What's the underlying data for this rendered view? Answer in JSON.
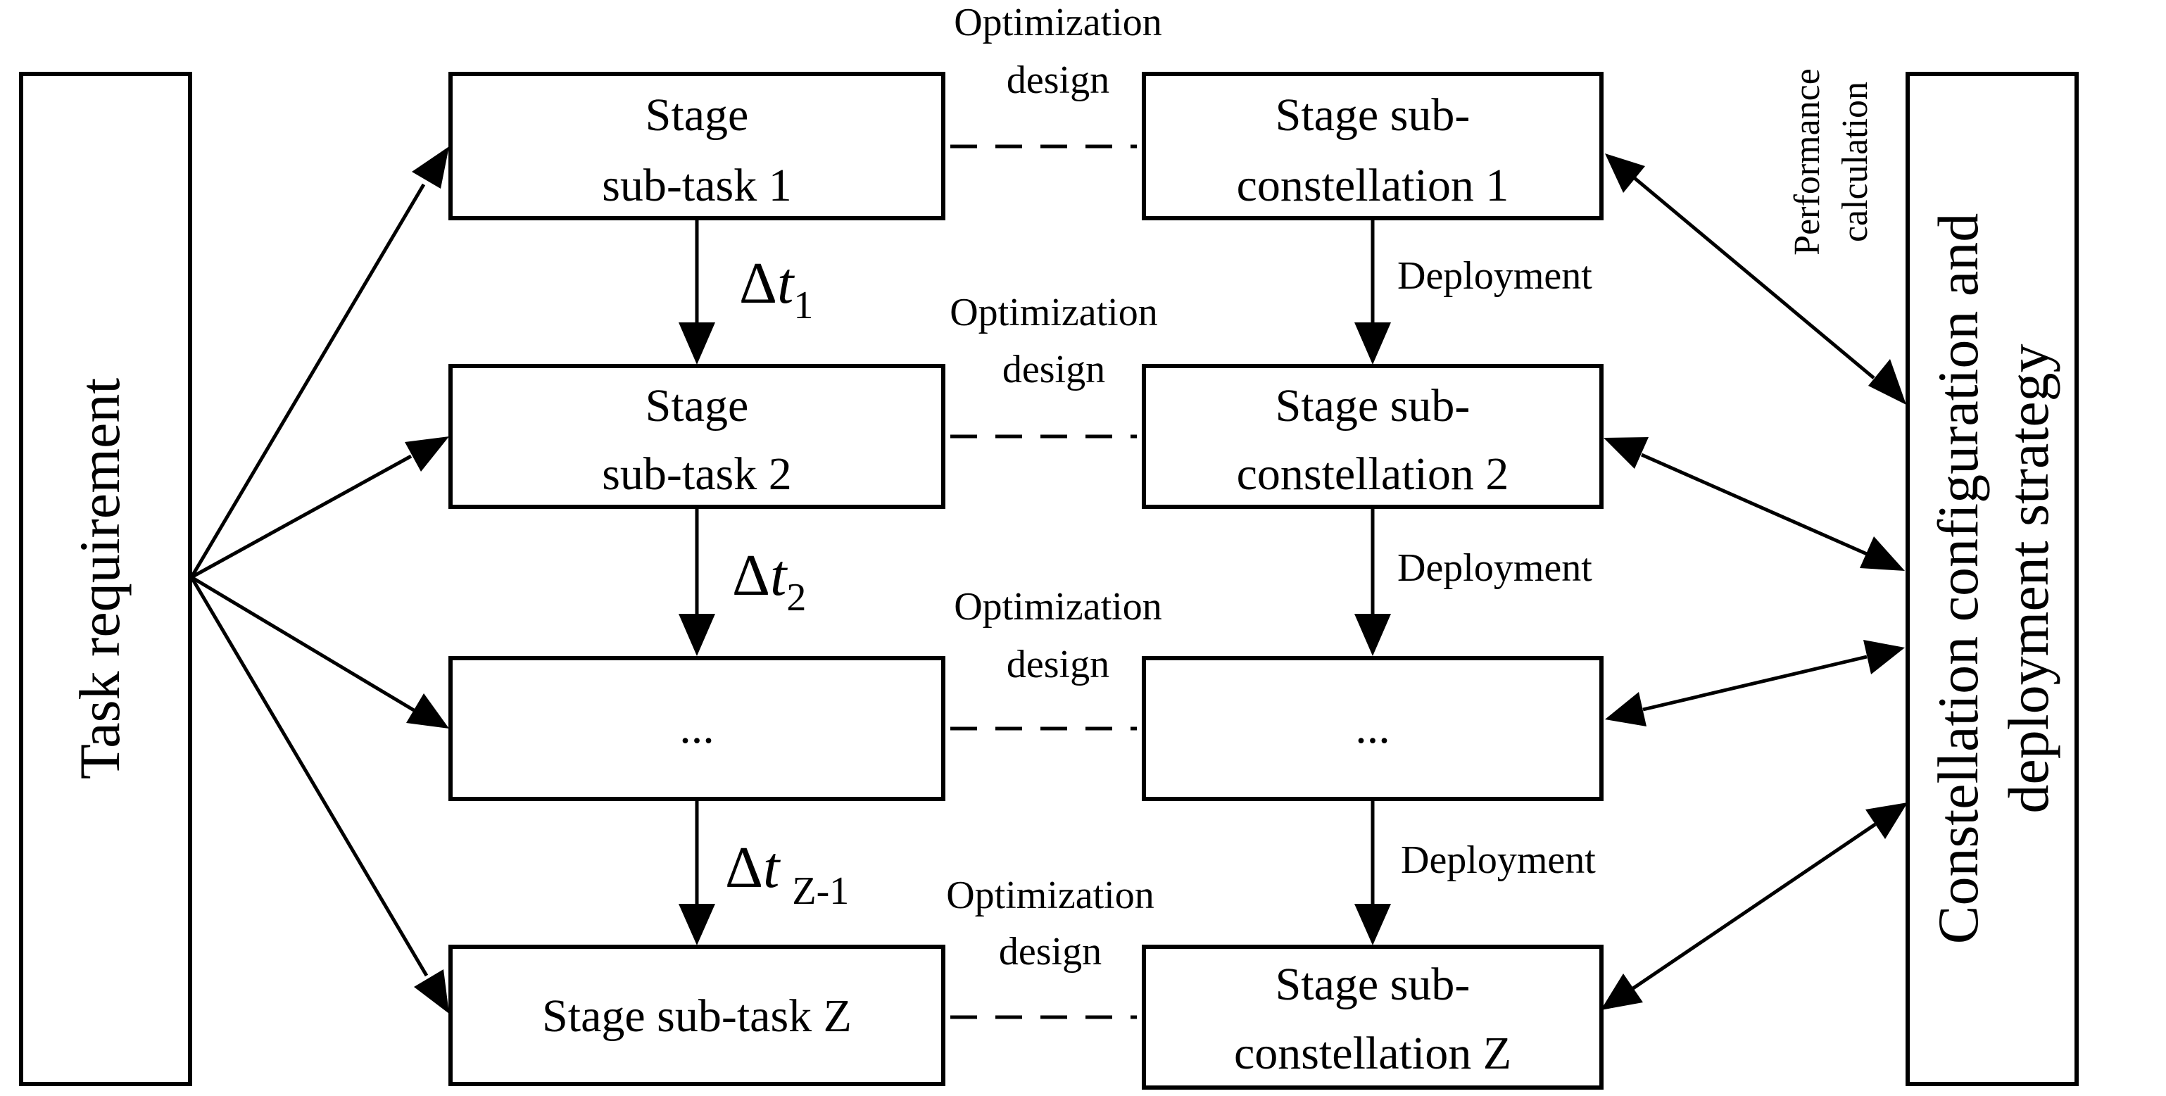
{
  "task_requirement": "Task requirement",
  "constellation_strategy": {
    "line1": "Constellation configuration and",
    "line2": "deployment strategy"
  },
  "stage_tasks": [
    {
      "lines": [
        "Stage",
        "sub-task 1"
      ]
    },
    {
      "lines": [
        "Stage",
        "sub-task 2"
      ]
    },
    {
      "lines": [
        "..."
      ]
    },
    {
      "lines": [
        "Stage sub-task Z"
      ]
    }
  ],
  "stage_constellations": [
    {
      "lines": [
        "Stage sub-",
        "constellation 1"
      ]
    },
    {
      "lines": [
        "Stage sub-",
        "constellation 2"
      ]
    },
    {
      "lines": [
        "..."
      ]
    },
    {
      "lines": [
        "Stage sub-",
        "constellation Z"
      ]
    }
  ],
  "optimization_label": {
    "line1": "Optimization",
    "line2": "design"
  },
  "deployment_label": "Deployment",
  "performance_label": {
    "line1": "Performance",
    "line2": "calculation"
  },
  "delta_t": [
    {
      "symbol": "Δ",
      "var": "t",
      "sub": "1"
    },
    {
      "symbol": "Δ",
      "var": "t",
      "sub": "2"
    },
    {
      "symbol": "Δ",
      "var": "t",
      "sub": "Z-1"
    }
  ]
}
